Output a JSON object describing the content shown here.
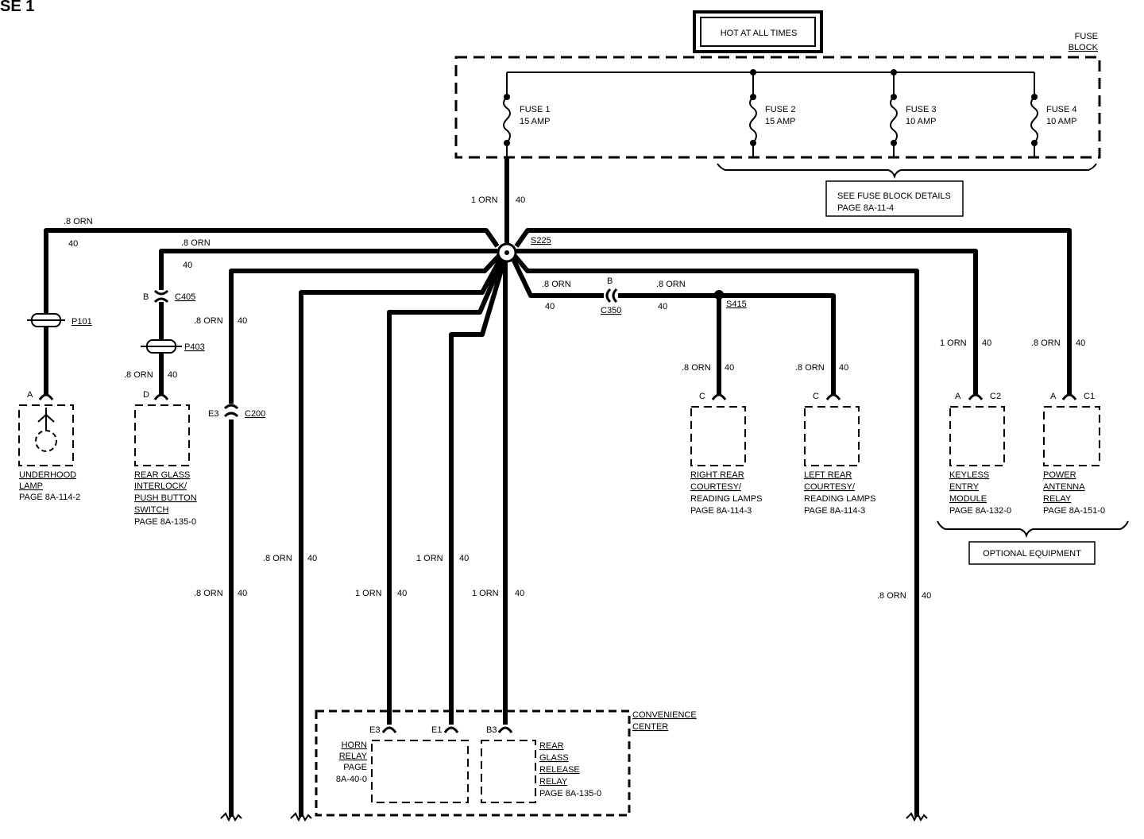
{
  "title": "SE 1",
  "hot_label": "HOT AT ALL TIMES",
  "fuse_block": {
    "line1": "FUSE",
    "line2": "BLOCK"
  },
  "fuses": [
    {
      "name": "FUSE 1",
      "rating": "15 AMP"
    },
    {
      "name": "FUSE 2",
      "rating": "15 AMP"
    },
    {
      "name": "FUSE 3",
      "rating": "10 AMP"
    },
    {
      "name": "FUSE 4",
      "rating": "10 AMP"
    }
  ],
  "fuse_details": {
    "line1": "SEE FUSE BLOCK DETAILS",
    "line2": "PAGE 8A-11-4"
  },
  "splices": {
    "s225": "S225",
    "s415": "S415"
  },
  "connectors": {
    "p101": "P101",
    "p403": "P403",
    "c405": "C405",
    "c405_pin": "B",
    "c200": "C200",
    "c200_pin": "E3",
    "c350": "C350",
    "c350_pin": "B",
    "a": "A",
    "d": "D",
    "c": "C",
    "c1": "C1",
    "c2": "C2",
    "e3": "E3",
    "e1": "E1",
    "b3": "B3"
  },
  "wires": {
    "orn_1": "1 ORN",
    "orn_08": ".8 ORN",
    "circuit": "40"
  },
  "components": {
    "underhood": [
      "UNDERHOOD",
      "LAMP",
      "PAGE 8A-114-2"
    ],
    "rear_glass_switch": [
      "REAR GLASS",
      "INTERLOCK/",
      "PUSH BUTTON",
      "SWITCH",
      "PAGE 8A-135-0"
    ],
    "right_rear": [
      "RIGHT REAR",
      "COURTESY/",
      "READING LAMPS",
      "PAGE 8A-114-3"
    ],
    "left_rear": [
      "LEFT REAR",
      "COURTESY/",
      "READING LAMPS",
      "PAGE 8A-114-3"
    ],
    "keyless": [
      "KEYLESS",
      "ENTRY",
      "MODULE",
      "PAGE 8A-132-0"
    ],
    "antenna": [
      "POWER",
      "ANTENNA",
      "RELAY",
      "PAGE 8A-151-0"
    ],
    "horn_relay": [
      "HORN",
      "RELAY",
      "PAGE",
      "8A-40-0"
    ],
    "rear_glass_relay": [
      "REAR",
      "GLASS",
      "RELEASE",
      "RELAY",
      "PAGE 8A-135-0"
    ]
  },
  "convenience_center": {
    "line1": "CONVENIENCE",
    "line2": "CENTER"
  },
  "optional_equipment": "OPTIONAL EQUIPMENT"
}
